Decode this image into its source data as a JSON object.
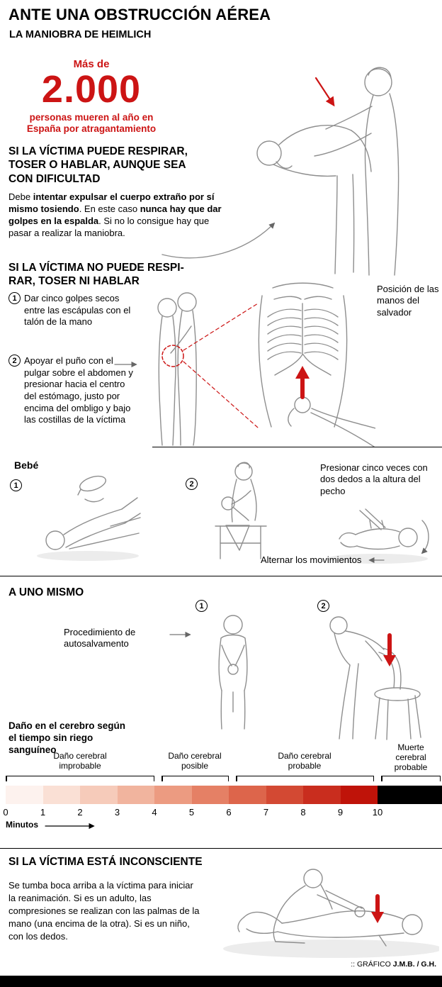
{
  "colors": {
    "accent_red": "#cc1414",
    "line_art": "#8e8e8e",
    "text": "#000000"
  },
  "header": {
    "title": "ANTE UNA OBSTRUCCIÓN AÉREA",
    "subtitle": "LA MANIOBRA DE HEIMLICH"
  },
  "stat": {
    "lead": "Más de",
    "number": "2.000",
    "caption": "personas mueren al año en España por atragantamiento"
  },
  "section_can_breathe": {
    "heading": "SI LA VÍCTIMA PUEDE RESPIRAR, TOSER O HABLAR, AUNQUE SEA CON DIFICULTAD",
    "p1": "Debe ",
    "p2": "intentar expulsar el cuerpo extraño por sí mismo tosiendo",
    "p3": ". En este caso ",
    "p4": "nunca hay que dar golpes en la espalda",
    "p5": ". Si no lo consigue hay que pasar a realizar la maniobra."
  },
  "section_cannot_breathe": {
    "heading_line1": "SI LA VÍCTIMA NO PUEDE RESPI-",
    "heading_line2": "RAR, TOSER NI HABLAR",
    "steps": [
      {
        "num": "1",
        "text": "Dar cinco golpes secos entre las escápulas con el talón de la mano"
      },
      {
        "num": "2",
        "text": "Apoyar el puño con el pulgar sobre el abdomen y presionar hacia el centro del estómago, justo por encima del ombligo y bajo las costillas de la víctima"
      }
    ],
    "hands_label": "Posición de las manos del salvador"
  },
  "baby_section": {
    "label": "Bebé",
    "step1_num": "1",
    "step2_num": "2",
    "press_note": "Presionar cinco veces con dos dedos a la altura del pecho",
    "alternate_note": "Alternar los movimientos"
  },
  "self_section": {
    "heading": "A UNO MISMO",
    "label": "Procedimiento de autosalvamento",
    "step1_num": "1",
    "step2_num": "2"
  },
  "chart_data": {
    "type": "heatmap",
    "title": "Daño en el cerebro según el tiempo sin riego sanguíneo",
    "xlabel": "Minutos",
    "x_ticks": [
      0,
      1,
      2,
      3,
      4,
      5,
      6,
      7,
      8,
      9,
      10
    ],
    "xlim": [
      0,
      11
    ],
    "legend_position": "above",
    "zones": [
      {
        "label": "Daño cerebral improbable",
        "from_min": 0,
        "to_min": 4
      },
      {
        "label": "Daño cerebral posible",
        "from_min": 4,
        "to_min": 6
      },
      {
        "label": "Daño cerebral probable",
        "from_min": 6,
        "to_min": 10
      },
      {
        "label": "Muerte cerebral probable",
        "from_min": 10,
        "to_min": 11
      }
    ],
    "segments": [
      {
        "from": 0,
        "to": 1,
        "color": "#fdf2ee"
      },
      {
        "from": 1,
        "to": 2,
        "color": "#fae0d5"
      },
      {
        "from": 2,
        "to": 3,
        "color": "#f6cbba"
      },
      {
        "from": 3,
        "to": 4,
        "color": "#f1b49e"
      },
      {
        "from": 4,
        "to": 5,
        "color": "#ec9b81"
      },
      {
        "from": 5,
        "to": 6,
        "color": "#e58065"
      },
      {
        "from": 6,
        "to": 7,
        "color": "#dd654b"
      },
      {
        "from": 7,
        "to": 8,
        "color": "#d34933"
      },
      {
        "from": 8,
        "to": 9,
        "color": "#c92d1e"
      },
      {
        "from": 9,
        "to": 10,
        "color": "#bf1309"
      },
      {
        "from": 10,
        "to": 11,
        "color": "#000000"
      }
    ]
  },
  "unconscious_section": {
    "heading": "SI LA VÍCTIMA ESTÁ INCONSCIENTE",
    "body": "Se tumba boca arriba a la víctima para iniciar la reanimación. Si es un adulto, las compresiones se realizan con las palmas de la mano (una encima de la otra). Si es un niño, con los dedos."
  },
  "credit": {
    "prefix": ":: GRÁFICO ",
    "names": "J.M.B. / G.H."
  }
}
